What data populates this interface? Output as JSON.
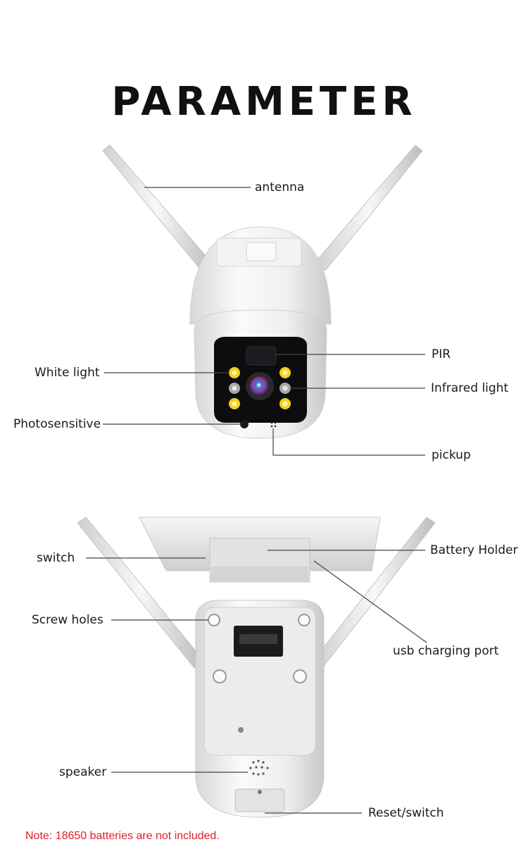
{
  "page": {
    "title": "PARAMETER",
    "note": "Note: 18650 batteries are not included."
  },
  "front_view": {
    "labels": {
      "antenna": "antenna",
      "pir": "PIR",
      "white_light": "White light",
      "infrared_light": "Infrared light",
      "photosensitive": "Photosensitive",
      "pickup": "pickup"
    }
  },
  "back_view": {
    "labels": {
      "switch": "switch",
      "battery_holder": "Battery Holder",
      "screw_holes": "Screw holes",
      "usb_charging_port": "usb charging port",
      "speaker": "speaker",
      "reset_switch": "Reset/switch"
    }
  },
  "colors": {
    "note_red": "#e0202a",
    "device_white": "#f2f2f2",
    "led_yellow": "#f5d21a",
    "lens_dark": "#0d0d0f"
  }
}
